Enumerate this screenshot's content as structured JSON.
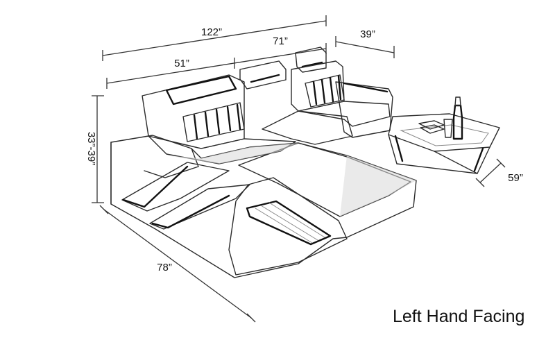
{
  "dimensions": {
    "total_width": "122”",
    "left_section": "51”",
    "right_section": "71”",
    "side_depth": "39”",
    "height": "33”-39”",
    "chaise_length": "78”",
    "table_depth": "59”"
  },
  "caption": "Left Hand Facing"
}
